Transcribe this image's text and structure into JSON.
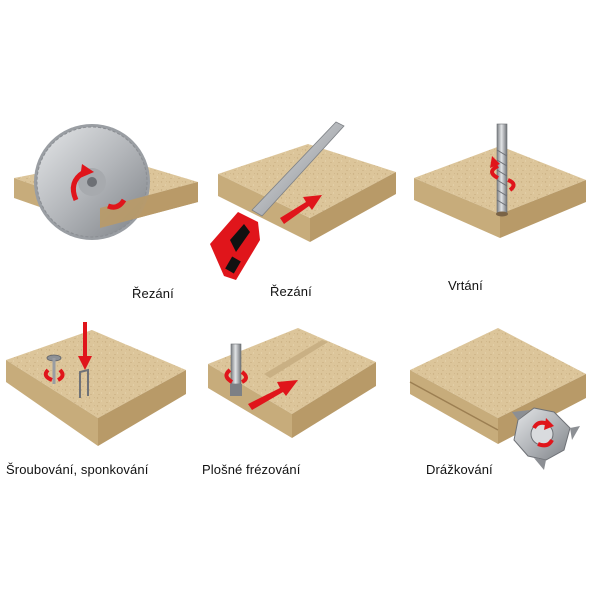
{
  "operations": [
    {
      "id": "saw",
      "label": "Řezání"
    },
    {
      "id": "handsaw",
      "label": "Řezání"
    },
    {
      "id": "drill",
      "label": "Vrtání"
    },
    {
      "id": "screw",
      "label": "Šroubování, sponkování"
    },
    {
      "id": "router",
      "label": "Plošné frézování"
    },
    {
      "id": "groove",
      "label": "Drážkování"
    }
  ],
  "colors": {
    "board_top": "#dcc59a",
    "board_side_left": "#c7ac7b",
    "board_side_right": "#b89a68",
    "arrow_red": "#e0151b",
    "steel": "#b9bcc0",
    "steel_dark": "#7d8085"
  },
  "icons": [
    "circular-saw-blade-icon",
    "hand-saw-icon",
    "drill-bit-icon",
    "screw-icon",
    "staple-icon",
    "router-bit-icon",
    "groove-cutter-icon",
    "rotation-arrow-icon",
    "direction-arrow-icon"
  ]
}
